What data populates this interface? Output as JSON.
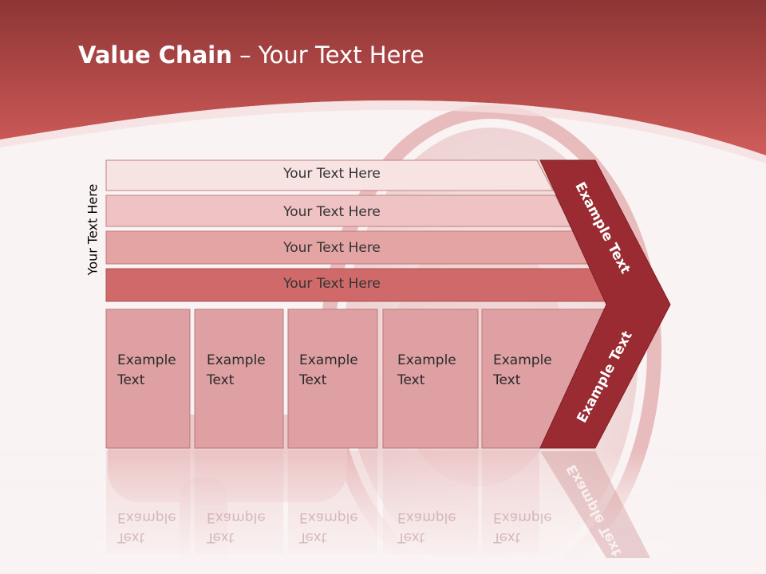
{
  "title": {
    "bold": "Value Chain",
    "rest": " – Your Text Here"
  },
  "side_label": "Your Text Here",
  "support_bars": [
    "Your Text Here",
    "Your Text Here",
    "Your Text Here",
    "Your Text Here"
  ],
  "primary_boxes": [
    {
      "line1": "Example",
      "line2": "Text"
    },
    {
      "line1": "Example",
      "line2": "Text"
    },
    {
      "line1": "Example",
      "line2": "Text"
    },
    {
      "line1": "Example",
      "line2": "Text"
    },
    {
      "line1": "Example",
      "line2": "Text"
    }
  ],
  "margin_labels": {
    "upper": "Example Text",
    "lower": "Example Text"
  },
  "colors": {
    "header": "#c8504f",
    "margin_arrow": "#9a2b32",
    "bar1": "#f8e3e3",
    "bar2": "#efc3c3",
    "bar3": "#e4a4a4",
    "bar4": "#d06a6a",
    "box": "#dfa0a3"
  }
}
